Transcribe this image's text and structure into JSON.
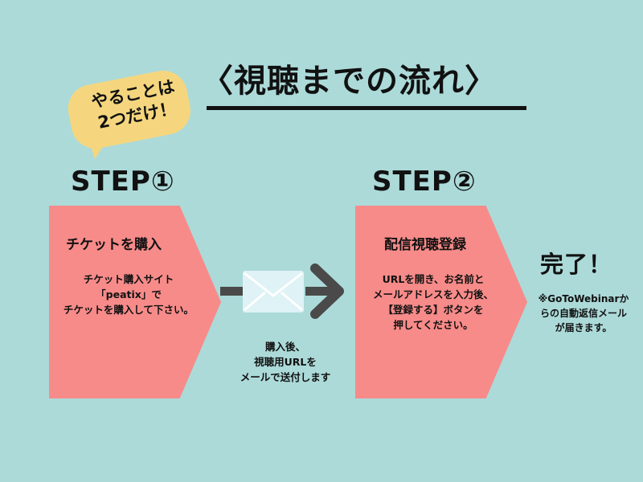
{
  "title": "〈視聴までの流れ〉",
  "bubble": {
    "line1": "やることは",
    "line2": "2つだけ！"
  },
  "step1": {
    "label": "STEP①",
    "heading": "チケットを購入",
    "desc": [
      "チケット購入サイト",
      "「peatix」で",
      "チケットを購入して下さい。"
    ]
  },
  "mail": {
    "note": [
      "購入後、",
      "視聴用URLを",
      "メールで送付します"
    ]
  },
  "step2": {
    "label": "STEP②",
    "heading": "配信視聴登録",
    "desc": [
      "URLを開き、お名前と",
      "メールアドレスを入力後、",
      "【登録する】ボタンを",
      "押してください。"
    ]
  },
  "complete": {
    "label": "完了！",
    "note": [
      "※GoToWebinarか",
      "らの自動返信メール",
      "が届きます。"
    ]
  },
  "colors": {
    "background": "#acdad9",
    "box": "#f78b89",
    "bubble": "#f5d67e",
    "arrow": "#4a4a4a",
    "envelope": "#dff2f6"
  },
  "icons": {
    "envelope": "envelope-icon",
    "arrow": "right-arrow-icon"
  }
}
